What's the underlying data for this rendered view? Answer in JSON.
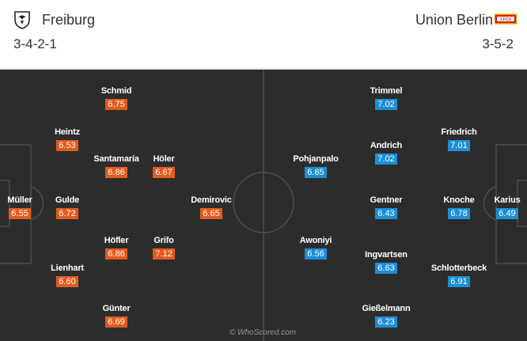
{
  "home": {
    "name": "Freiburg",
    "formation": "3-4-2-1",
    "crest_icon": "freiburg-crest-icon",
    "rating_color": "#e35b1e",
    "players": [
      {
        "name": "Müller",
        "rating": "6.55"
      },
      {
        "name": "Heintz",
        "rating": "6.53"
      },
      {
        "name": "Gulde",
        "rating": "6.72"
      },
      {
        "name": "Lienhart",
        "rating": "6.60"
      },
      {
        "name": "Schmid",
        "rating": "6.75"
      },
      {
        "name": "Santamaría",
        "rating": "6.86"
      },
      {
        "name": "Höfler",
        "rating": "6.86"
      },
      {
        "name": "Günter",
        "rating": "6.69"
      },
      {
        "name": "Höler",
        "rating": "6.67"
      },
      {
        "name": "Grifo",
        "rating": "7.12"
      },
      {
        "name": "Demirovic",
        "rating": "6.65"
      }
    ]
  },
  "away": {
    "name": "Union Berlin",
    "formation": "3-5-2",
    "crest_icon": "union-berlin-crest-icon",
    "rating_color": "#1a8fd6",
    "players": [
      {
        "name": "Karius",
        "rating": "6.49"
      },
      {
        "name": "Friedrich",
        "rating": "7.01"
      },
      {
        "name": "Knoche",
        "rating": "6.78"
      },
      {
        "name": "Schlotterbeck",
        "rating": "6.91"
      },
      {
        "name": "Trimmel",
        "rating": "7.02"
      },
      {
        "name": "Andrich",
        "rating": "7.02"
      },
      {
        "name": "Gentner",
        "rating": "6.43"
      },
      {
        "name": "Ingvartsen",
        "rating": "6.63"
      },
      {
        "name": "Gießelmann",
        "rating": "6.23"
      },
      {
        "name": "Pohjanpalo",
        "rating": "6.65"
      },
      {
        "name": "Awoniyi",
        "rating": "6.56"
      }
    ]
  },
  "pitch_color": "#2c2c2c",
  "watermark": "© WhoScored.com"
}
